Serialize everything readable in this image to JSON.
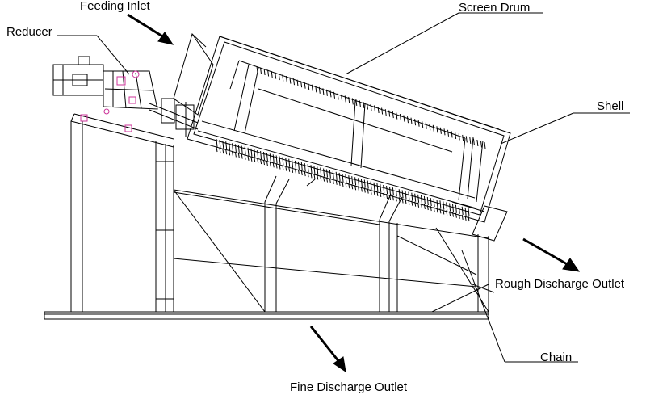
{
  "labels": {
    "feeding_inlet": "Feeding Inlet",
    "screen_drum": "Screen Drum",
    "reducer": "Reducer",
    "shell": "Shell",
    "rough_discharge_outlet": "Rough Discharge Outlet",
    "chain": "Chain",
    "fine_discharge_outlet": "Fine Discharge Outlet"
  },
  "colors": {
    "line": "#000000",
    "accent": "#cc3399"
  }
}
